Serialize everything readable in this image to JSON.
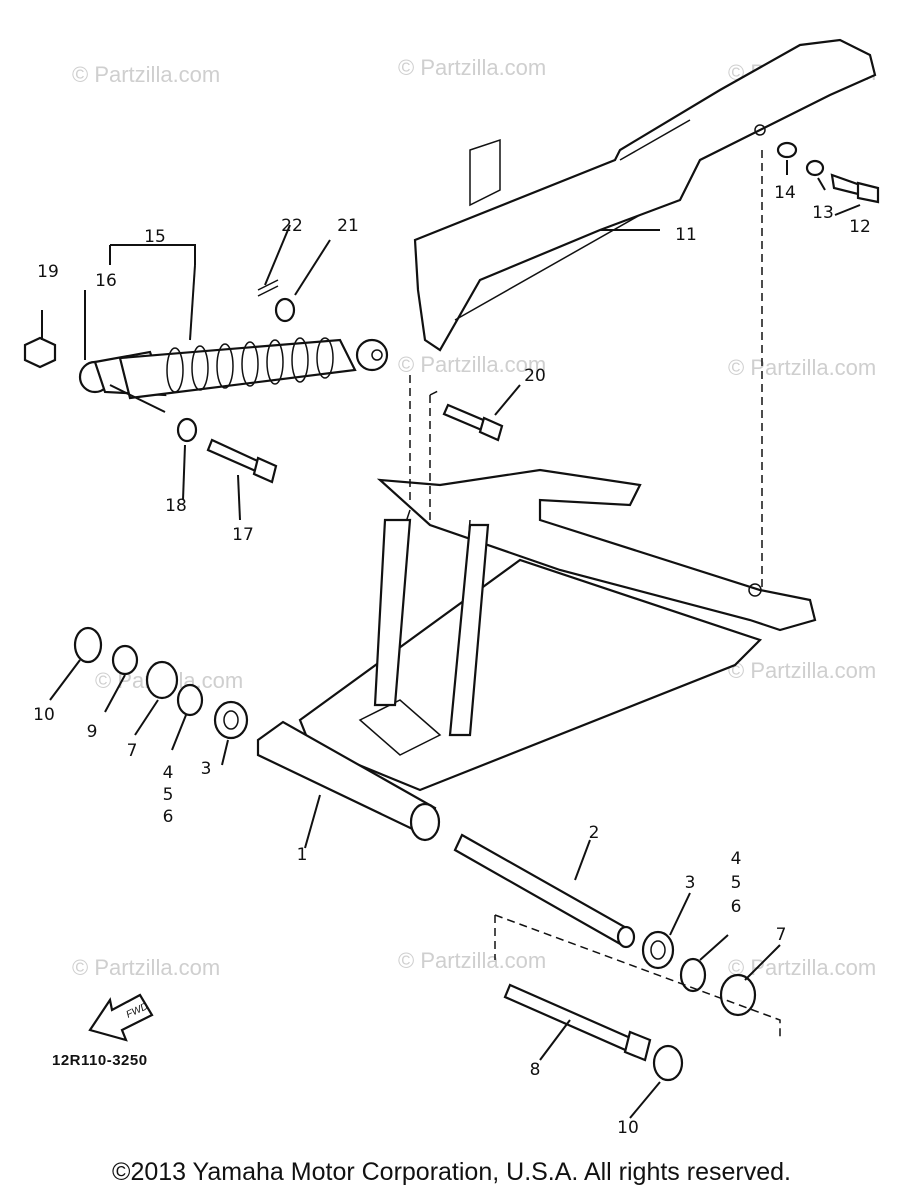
{
  "watermark": "© Partzilla.com",
  "diagram_code": "12R110-3250",
  "fwd_label": "FWD",
  "copyright": "©2013 Yamaha Motor Corporation, U.S.A. All rights reserved.",
  "callouts": {
    "c1": "1",
    "c2": "2",
    "c3a": "3",
    "c3b": "3",
    "c4a": "4",
    "c5a": "5",
    "c6a": "6",
    "c4b": "4",
    "c5b": "5",
    "c6b": "6",
    "c7a": "7",
    "c7b": "7",
    "c8": "8",
    "c9": "9",
    "c10a": "10",
    "c10b": "10",
    "c11": "11",
    "c12": "12",
    "c13": "13",
    "c14": "14",
    "c15": "15",
    "c16": "16",
    "c17": "17",
    "c18": "18",
    "c19": "19",
    "c20": "20",
    "c21": "21",
    "c22": "22"
  }
}
